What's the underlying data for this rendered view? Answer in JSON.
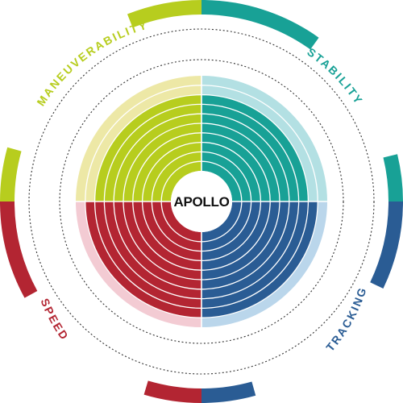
{
  "chart_data": {
    "type": "radial-bar",
    "title": "APOLLO",
    "scale": {
      "min": 0,
      "max": 10,
      "step": 1
    },
    "categories": [
      {
        "name": "STABILITY",
        "value": 8,
        "color": "#18a196",
        "light": "#b3e0e3"
      },
      {
        "name": "TRACKING",
        "value": 9,
        "color": "#2a5c94",
        "light": "#bad6eb"
      },
      {
        "name": "SPEED",
        "value": 9,
        "color": "#b32532",
        "light": "#f3cbd3"
      },
      {
        "name": "MANEUVERABILITY",
        "value": 8,
        "color": "#b7cd1e",
        "light": "#ede8a6"
      }
    ],
    "grid": true
  }
}
